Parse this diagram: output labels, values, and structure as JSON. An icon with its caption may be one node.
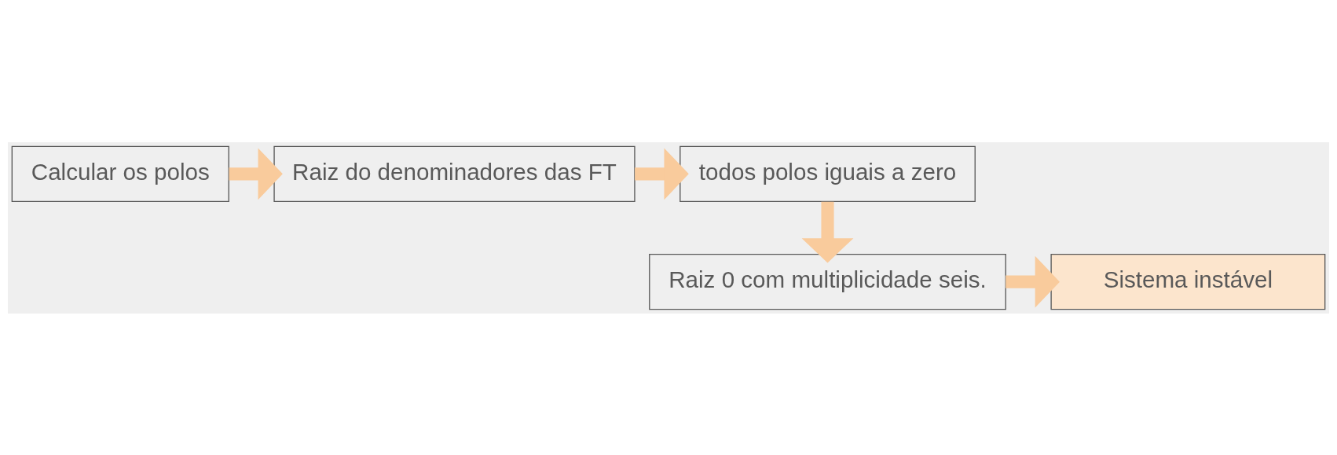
{
  "diagram": {
    "nodes": [
      {
        "text": [
          "Calcular os polos"
        ]
      },
      {
        "text": [
          "Raiz do denominadores das FT"
        ]
      },
      {
        "text": [
          "todos polos iguais a zero"
        ]
      },
      {
        "text": [
          "Sistema instável"
        ]
      },
      {
        "text": [
          "Raiz 0 com multiplicidade seis."
        ]
      }
    ],
    "edges": [
      {
        "from": 0,
        "to": 1,
        "arrow": "to"
      },
      {
        "from": 1,
        "to": 2,
        "arrow": "to"
      },
      {
        "from": 2,
        "to": 4,
        "arrow": "to"
      },
      {
        "from": 4,
        "to": 3,
        "arrow": "to"
      }
    ]
  }
}
